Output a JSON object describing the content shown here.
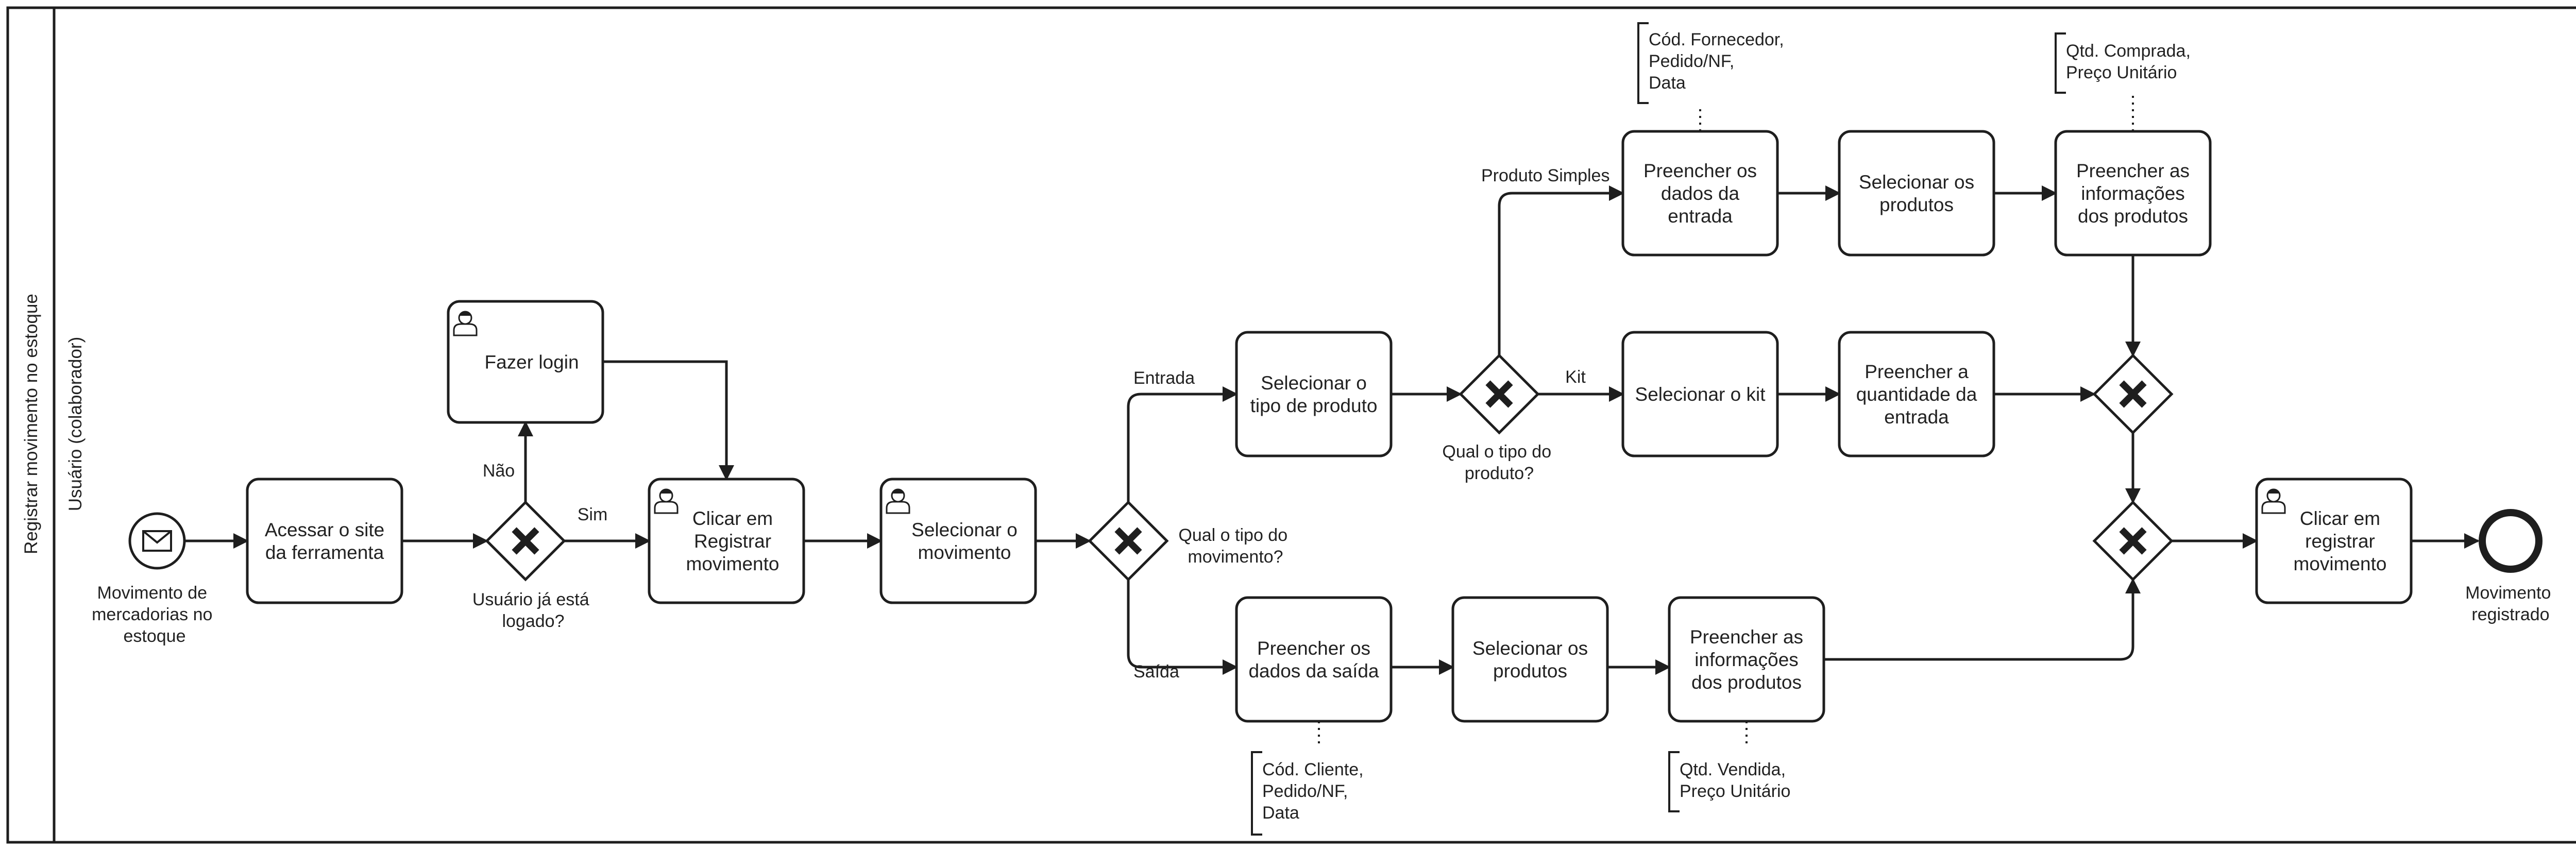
{
  "pool": {
    "label": "Registrar movimento no estoque"
  },
  "lane": {
    "label": "Usuário (colaborador)"
  },
  "start_event": {
    "label": [
      "Movimento de",
      "mercadorias no",
      "estoque"
    ],
    "icon": "envelope-icon"
  },
  "end_event": {
    "label": [
      "Movimento",
      "registrado"
    ]
  },
  "tasks": {
    "acessar": {
      "lines": [
        "Acessar o site",
        "da ferramenta"
      ],
      "user": false
    },
    "login": {
      "lines": [
        "Fazer login"
      ],
      "user": true
    },
    "clicar_registrar": {
      "lines": [
        "Clicar em",
        "Registrar",
        "movimento"
      ],
      "user": true
    },
    "selecionar_movimento": {
      "lines": [
        "Selecionar o",
        "movimento"
      ],
      "user": true
    },
    "tipo_produto": {
      "lines": [
        "Selecionar o",
        "tipo de produto"
      ],
      "user": false
    },
    "dados_entrada": {
      "lines": [
        "Preencher os",
        "dados da",
        "entrada"
      ],
      "user": false
    },
    "selecionar_produtos_entrada": {
      "lines": [
        "Selecionar os",
        "produtos"
      ],
      "user": false
    },
    "info_produtos_entrada": {
      "lines": [
        "Preencher as",
        "informações",
        "dos produtos"
      ],
      "user": false
    },
    "selecionar_kit": {
      "lines": [
        "Selecionar o kit"
      ],
      "user": false
    },
    "quantidade_entrada": {
      "lines": [
        "Preencher a",
        "quantidade da",
        "entrada"
      ],
      "user": false
    },
    "dados_saida": {
      "lines": [
        "Preencher os",
        "dados da saída"
      ],
      "user": false
    },
    "selecionar_produtos_saida": {
      "lines": [
        "Selecionar os",
        "produtos"
      ],
      "user": false
    },
    "info_produtos_saida": {
      "lines": [
        "Preencher as",
        "informações",
        "dos produtos"
      ],
      "user": false
    },
    "clicar_final": {
      "lines": [
        "Clicar em",
        "registrar",
        "movimento"
      ],
      "user": true
    }
  },
  "gateways": {
    "logado": {
      "label": [
        "Usuário já está",
        "logado?"
      ]
    },
    "tipo_movimento": {
      "label": [
        "Qual o tipo do",
        "movimento?"
      ]
    },
    "tipo_produto": {
      "label": [
        "Qual o tipo do",
        "produto?"
      ]
    },
    "merge_entrada": {
      "label": []
    },
    "merge_final": {
      "label": []
    }
  },
  "flow_labels": {
    "nao": "Não",
    "sim": "Sim",
    "entrada": "Entrada",
    "saida": "Saída",
    "produto_simples": "Produto Simples",
    "kit": "Kit"
  },
  "annotations": {
    "fornecedor": [
      "Cód. Fornecedor,",
      "Pedido/NF,",
      "Data"
    ],
    "comprada": [
      "Qtd. Comprada,",
      "Preço Unitário"
    ],
    "cliente": [
      "Cód. Cliente,",
      "Pedido/NF,",
      "Data"
    ],
    "vendida": [
      "Qtd. Vendida,",
      "Preço Unitário"
    ]
  }
}
